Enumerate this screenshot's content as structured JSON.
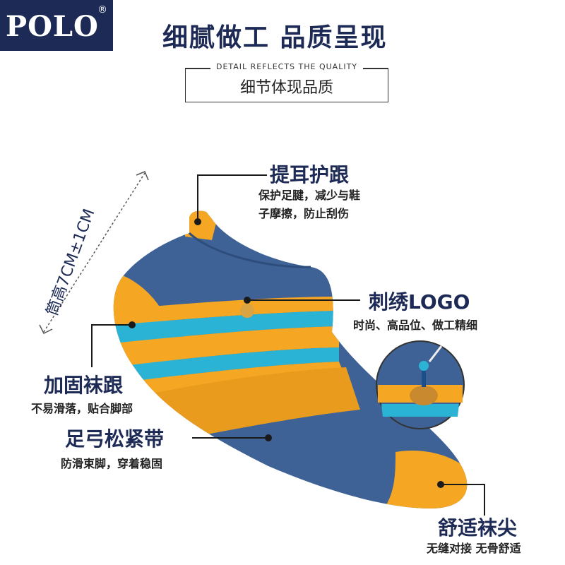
{
  "brand": {
    "name": "POLO",
    "registered": "®"
  },
  "headline": "细腻做工 品质呈现",
  "quality": {
    "subtitle": "DETAIL REFLECTS THE QUALITY",
    "title": "细节体现品质"
  },
  "dimension": "筒高7CM±1CM",
  "features": {
    "heel_tab": {
      "title": "提耳护跟",
      "desc_line1": "保护足腱，减少与鞋",
      "desc_line2": "子摩擦，防止刮伤"
    },
    "logo": {
      "title": "刺绣LOGO",
      "desc": "时尚、高品位、做工精细"
    },
    "heel": {
      "title": "加固袜跟",
      "desc": "不易滑落，贴合脚部"
    },
    "arch": {
      "title": "足弓松紧带",
      "desc": "防滑束脚，穿着稳固"
    },
    "toe": {
      "title": "舒适袜尖",
      "desc": "无缝对接 无骨舒适"
    }
  },
  "colors": {
    "navy": "#1d2a55",
    "sock_blue": "#3e6296",
    "orange": "#f5a623",
    "cyan": "#2bb3d6"
  }
}
